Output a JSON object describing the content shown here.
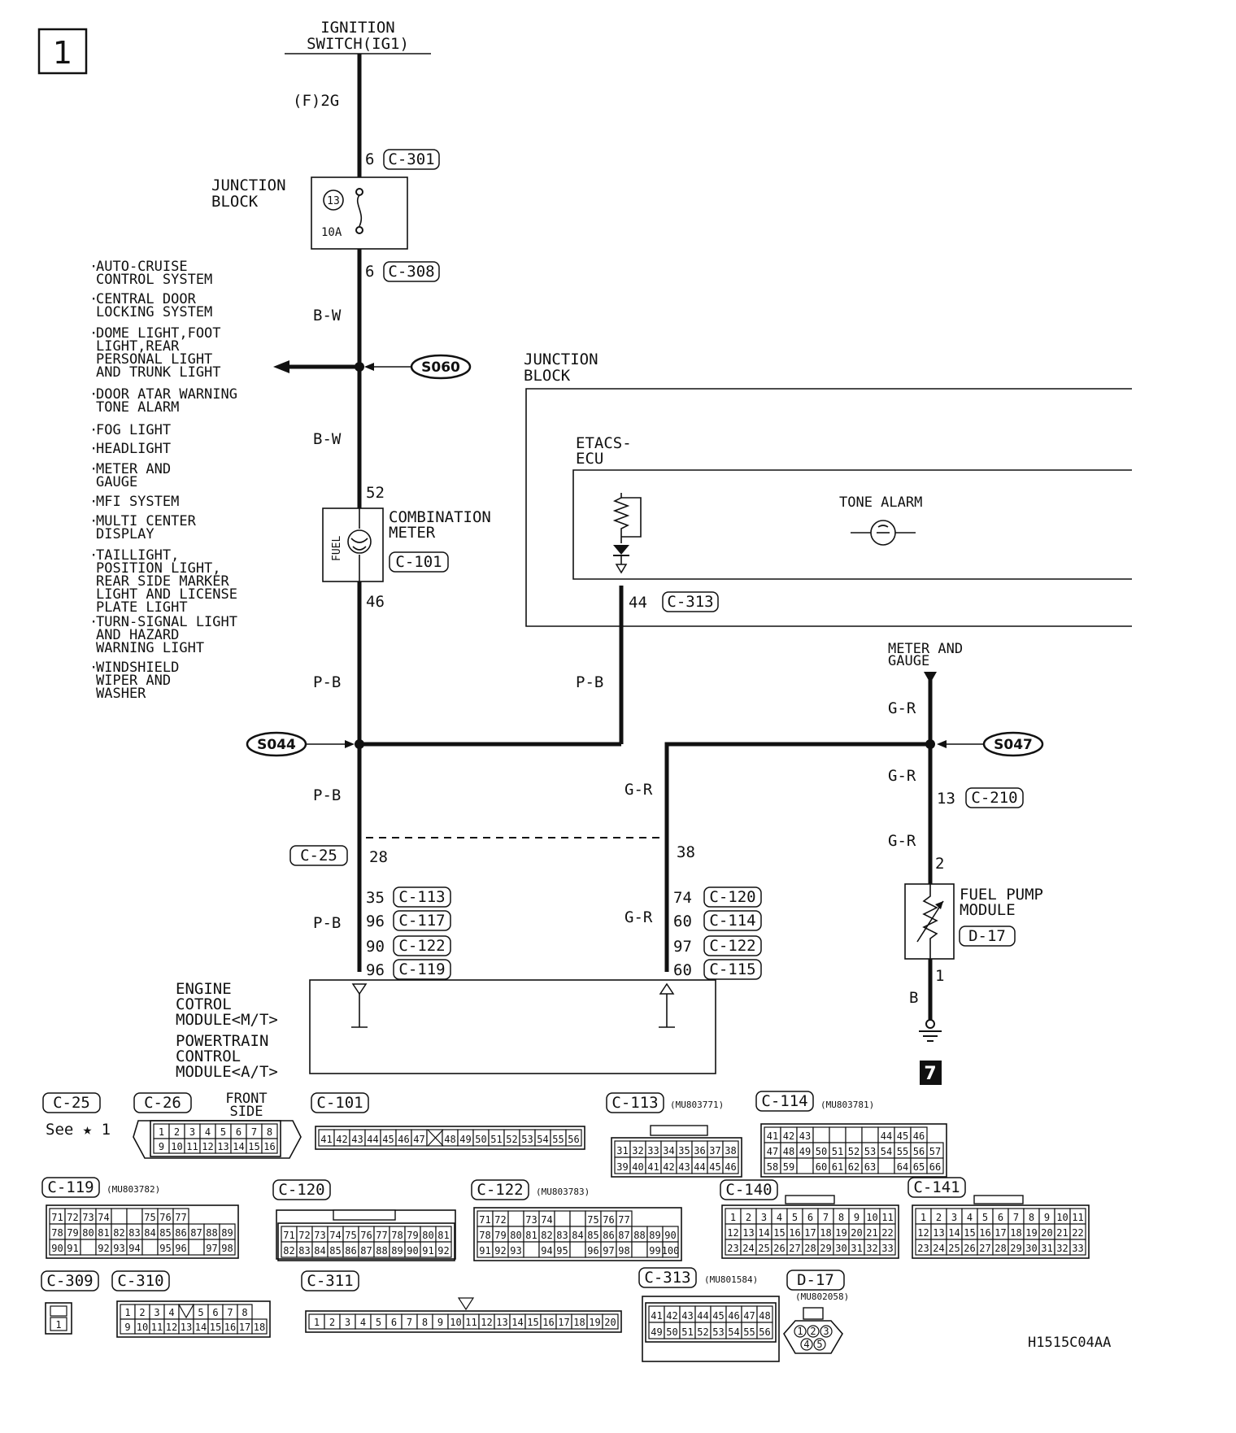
{
  "page": {
    "number": "1",
    "code": "H1515C04AA"
  },
  "top": {
    "source_line1": "IGNITION",
    "source_line2": "SWITCH(IG1)",
    "fuse_ref": "(F)2G"
  },
  "jb1": {
    "label1": "JUNCTION",
    "label2": "BLOCK",
    "fuse_no": "13",
    "fuse_amp": "10A",
    "pin_in": "6",
    "conn_in": "C-301",
    "pin_out": "6",
    "conn_out": "C-308"
  },
  "wires": {
    "bw1": "B-W",
    "bw2": "B-W",
    "pb1": "P-B",
    "pb2": "P-B",
    "pb3": "P-B",
    "pb4": "P-B",
    "gr1": "G-R",
    "gr2": "G-R",
    "gr3": "G-R",
    "gr4": "G-R",
    "gr5": "G-R",
    "b": "B"
  },
  "splices": {
    "s060": "S060",
    "s044": "S044",
    "s047": "S047"
  },
  "systems": [
    [
      "AUTO-CRUISE",
      "CONTROL SYSTEM"
    ],
    [
      "CENTRAL DOOR",
      "LOCKING SYSTEM"
    ],
    [
      "DOME LIGHT,FOOT",
      "LIGHT,REAR",
      "PERSONAL LIGHT",
      "AND TRUNK LIGHT"
    ],
    [
      "DOOR ATAR WARNING",
      "TONE ALARM"
    ],
    [
      "FOG LIGHT"
    ],
    [
      "HEADLIGHT"
    ],
    [
      "METER AND",
      "GAUGE"
    ],
    [
      "MFI SYSTEM"
    ],
    [
      "MULTI CENTER",
      "DISPLAY"
    ],
    [
      "TAILLIGHT,",
      "POSITION LIGHT,",
      "REAR SIDE MARKER",
      "LIGHT AND LICENSE",
      "PLATE LIGHT"
    ],
    [
      "TURN-SIGNAL LIGHT",
      "AND HAZARD",
      "WARNING LIGHT"
    ],
    [
      "WINDSHIELD",
      "WIPER AND",
      "WASHER"
    ]
  ],
  "meter": {
    "pin_top": "52",
    "pin_bottom": "46",
    "name1": "COMBINATION",
    "name2": "METER",
    "conn": "C-101",
    "gauge_label": "FUEL"
  },
  "jb2": {
    "label1": "JUNCTION",
    "label2": "BLOCK",
    "ecu1": "ETACS-",
    "ecu2": "ECU",
    "tone_alarm": "TONE ALARM",
    "pin": "44",
    "conn": "C-313"
  },
  "meter_gauge": {
    "line1": "METER AND",
    "line2": "GAUGE"
  },
  "fuel_pump": {
    "name1": "FUEL PUMP",
    "name2": "MODULE",
    "conn": "D-17",
    "pin_in": "13",
    "conn_in": "C-210",
    "pin_top": "2",
    "pin_bottom": "1",
    "ground": "7"
  },
  "c25": {
    "conn": "C-25",
    "pin_left": "28",
    "pin_right": "38"
  },
  "ecm_left": [
    {
      "pin": "35",
      "conn": "C-113"
    },
    {
      "pin": "96",
      "conn": "C-117"
    },
    {
      "pin": "90",
      "conn": "C-122"
    },
    {
      "pin": "96",
      "conn": "C-119"
    }
  ],
  "ecm_right": [
    {
      "pin": "74",
      "conn": "C-120"
    },
    {
      "pin": "60",
      "conn": "C-114"
    },
    {
      "pin": "97",
      "conn": "C-122"
    },
    {
      "pin": "60",
      "conn": "C-115"
    }
  ],
  "ecm": {
    "l1": "ENGINE",
    "l2": "COTROL",
    "l3": "MODULE<M/T>",
    "l4": "POWERTRAIN",
    "l5": "CONTROL",
    "l6": "MODULE<A/T>"
  },
  "connectors": {
    "c25": {
      "name": "C-25",
      "note": "See ★ 1"
    },
    "c26": {
      "name": "C-26",
      "note1": "FRONT",
      "note2": "SIDE",
      "rows": [
        [
          "1",
          "2",
          "3",
          "4",
          "5",
          "6",
          "7",
          "8"
        ],
        [
          "9",
          "10",
          "11",
          "12",
          "13",
          "14",
          "15",
          "16"
        ]
      ]
    },
    "c101": {
      "name": "C-101",
      "rows": [
        [
          "41",
          "42",
          "43",
          "44",
          "45",
          "46",
          "47",
          "",
          "48",
          "49",
          "50",
          "51",
          "52",
          "53",
          "54",
          "55",
          "56"
        ]
      ]
    },
    "c113": {
      "name": "C-113",
      "part": "(MU803771)",
      "rows": [
        [
          "31",
          "32",
          "33",
          "34",
          "35",
          "36",
          "37",
          "38"
        ],
        [
          "39",
          "40",
          "41",
          "42",
          "43",
          "44",
          "45",
          "46"
        ]
      ]
    },
    "c114": {
      "name": "C-114",
      "part": "(MU803781)",
      "rows": [
        [
          "41",
          "42",
          "43",
          "",
          "",
          "",
          "",
          "44",
          "45",
          "46"
        ],
        [
          "47",
          "48",
          "49",
          "50",
          "51",
          "52",
          "53",
          "54",
          "55",
          "56",
          "57"
        ],
        [
          "58",
          "59",
          "",
          "60",
          "61",
          "62",
          "63",
          "",
          "64",
          "65",
          "66"
        ]
      ]
    },
    "c119": {
      "name": "C-119",
      "part": "(MU803782)",
      "rows": [
        [
          "71",
          "72",
          "73",
          "74",
          "",
          "",
          "75",
          "76",
          "77"
        ],
        [
          "78",
          "79",
          "80",
          "81",
          "82",
          "83",
          "84",
          "85",
          "86",
          "87",
          "88",
          "89"
        ],
        [
          "90",
          "91",
          "",
          "92",
          "93",
          "94",
          "",
          "95",
          "96",
          "",
          "97",
          "98"
        ]
      ]
    },
    "c120": {
      "name": "C-120",
      "rows": [
        [
          "71",
          "72",
          "73",
          "74",
          "75",
          "76",
          "77",
          "78",
          "79",
          "80",
          "81"
        ],
        [
          "82",
          "83",
          "84",
          "85",
          "86",
          "87",
          "88",
          "89",
          "90",
          "91",
          "92"
        ]
      ]
    },
    "c122": {
      "name": "C-122",
      "part": "(MU803783)",
      "rows": [
        [
          "71",
          "72",
          "",
          "73",
          "74",
          "",
          "",
          "75",
          "76",
          "77"
        ],
        [
          "78",
          "79",
          "80",
          "81",
          "82",
          "83",
          "84",
          "85",
          "86",
          "87",
          "88",
          "89",
          "90"
        ],
        [
          "91",
          "92",
          "93",
          "",
          "94",
          "95",
          "",
          "96",
          "97",
          "98",
          "",
          "99",
          "100"
        ]
      ]
    },
    "c140": {
      "name": "C-140",
      "rows": [
        [
          "1",
          "2",
          "3",
          "4",
          "5",
          "6",
          "7",
          "8",
          "9",
          "10",
          "11"
        ],
        [
          "12",
          "13",
          "14",
          "15",
          "16",
          "17",
          "18",
          "19",
          "20",
          "21",
          "22"
        ],
        [
          "23",
          "24",
          "25",
          "26",
          "27",
          "28",
          "29",
          "30",
          "31",
          "32",
          "33"
        ]
      ]
    },
    "c141": {
      "name": "C-141",
      "rows": [
        [
          "1",
          "2",
          "3",
          "4",
          "5",
          "6",
          "7",
          "8",
          "9",
          "10",
          "11"
        ],
        [
          "12",
          "13",
          "14",
          "15",
          "16",
          "17",
          "18",
          "19",
          "20",
          "21",
          "22"
        ],
        [
          "23",
          "24",
          "25",
          "26",
          "27",
          "28",
          "29",
          "30",
          "31",
          "32",
          "33"
        ]
      ]
    },
    "c309": {
      "name": "C-309",
      "pin": "1"
    },
    "c310": {
      "name": "C-310",
      "rows": [
        [
          "1",
          "2",
          "3",
          "4",
          "",
          "5",
          "6",
          "7",
          "8"
        ],
        [
          "9",
          "10",
          "11",
          "12",
          "13",
          "14",
          "15",
          "16",
          "17",
          "18"
        ]
      ]
    },
    "c311": {
      "name": "C-311",
      "rows": [
        [
          "1",
          "2",
          "3",
          "4",
          "5",
          "6",
          "7",
          "8",
          "9",
          "10",
          "11",
          "12",
          "13",
          "14",
          "15",
          "16",
          "17",
          "18",
          "19",
          "20"
        ]
      ]
    },
    "c313": {
      "name": "C-313",
      "part": "(MU801584)",
      "rows": [
        [
          "41",
          "42",
          "43",
          "44",
          "45",
          "46",
          "47",
          "48"
        ],
        [
          "49",
          "50",
          "51",
          "52",
          "53",
          "54",
          "55",
          "56"
        ]
      ]
    },
    "d17": {
      "name": "D-17",
      "part": "(MU802058)",
      "pins": [
        "1",
        "2",
        "3",
        "4",
        "5"
      ]
    }
  }
}
